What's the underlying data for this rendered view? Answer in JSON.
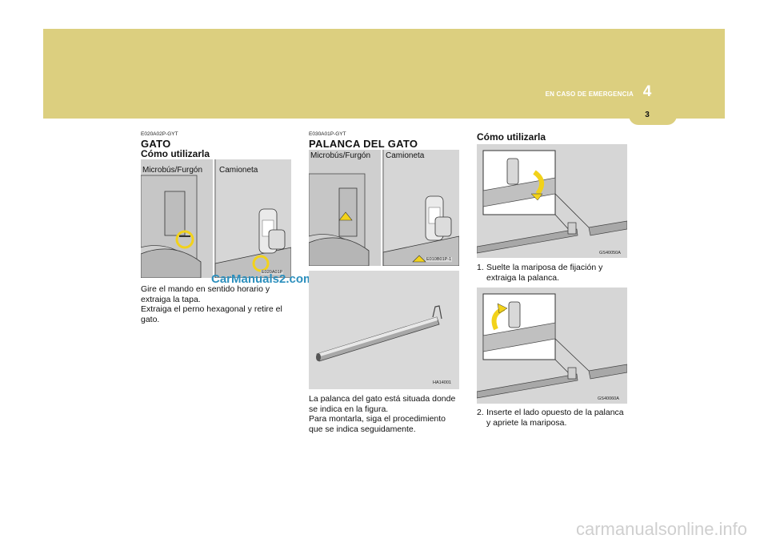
{
  "header": {
    "chapter_title": "EN CASO DE EMERGENCIA",
    "chapter_number": "4",
    "page_number": "3"
  },
  "col1": {
    "code": "E020A02P-GYT",
    "title": "GATO",
    "subtitle": "Cómo utilizarla",
    "figure": {
      "label_left": "Microbús/Furgón",
      "label_right": "Camioneta",
      "tag": "E020A01P"
    },
    "body_lines": [
      "Gire el mando en sentido horario y",
      "extraiga la tapa.",
      "Extraiga el perno hexagonal y retire el",
      "gato."
    ]
  },
  "col2": {
    "code": "E030A01P-GYT",
    "title": "PALANCA DEL GATO",
    "figure1": {
      "label_left": "Microbús/Furgón",
      "label_right": "Camioneta",
      "tag": "E010B01P-1"
    },
    "figure2": {
      "tag": "HA14001"
    },
    "body_lines": [
      "La palanca del gato está situada donde",
      "se indica en la figura.",
      "Para montarla, siga el procedimiento",
      "que se indica seguidamente."
    ]
  },
  "col3": {
    "title": "Cómo utilizarla",
    "figure1": {
      "tag": "GS40050A"
    },
    "step1": {
      "number": "1.",
      "lines": [
        "Suelte la mariposa de fijación y",
        "extraiga la palanca."
      ]
    },
    "figure2": {
      "tag": "GS40060A"
    },
    "step2": {
      "number": "2.",
      "lines": [
        "Inserte el lado opuesto de la palanca",
        "y apriete la mariposa."
      ]
    }
  },
  "watermarks": {
    "overlay": "CarManuals2.com",
    "footer": "carmanualsonline.info"
  },
  "colors": {
    "header_band": "#dccf7f",
    "figure_gray": "#d4d4d4",
    "highlight_yellow": "#f2d21a",
    "watermark_blue": "#2c8fbd"
  }
}
